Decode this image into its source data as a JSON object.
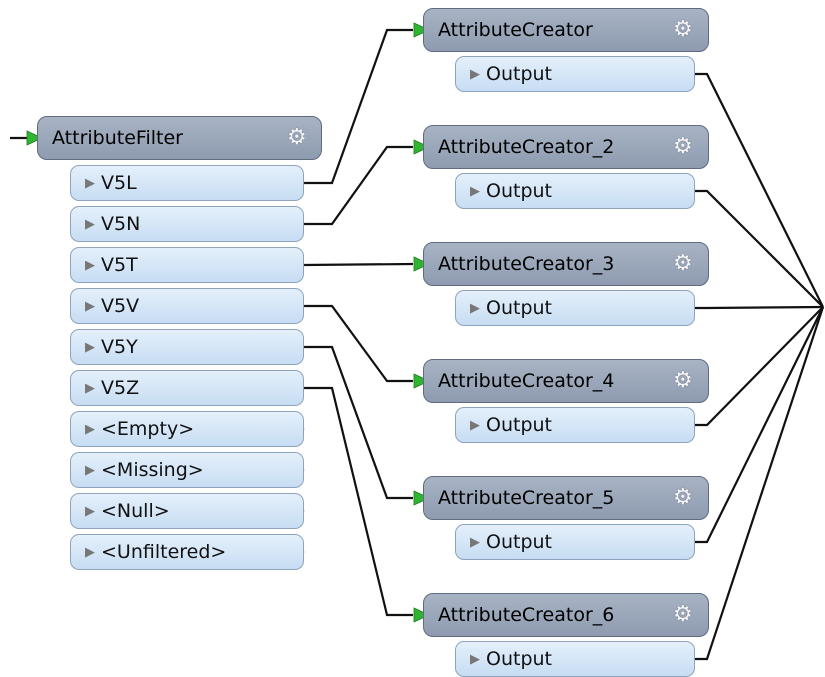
{
  "filter": {
    "name": "AttributeFilter",
    "ports": [
      {
        "label": "V5L",
        "state": "connected"
      },
      {
        "label": "V5N",
        "state": "connected"
      },
      {
        "label": "V5T",
        "state": "connected"
      },
      {
        "label": "V5V",
        "state": "connected"
      },
      {
        "label": "V5Y",
        "state": "connected"
      },
      {
        "label": "V5Z",
        "state": "connected"
      },
      {
        "label": "<Empty>",
        "state": "unconnected"
      },
      {
        "label": "<Missing>",
        "state": "unconnected"
      },
      {
        "label": "<Null>",
        "state": "unconnected"
      },
      {
        "label": "<Unfiltered>",
        "state": "unconnected"
      }
    ]
  },
  "creators": [
    {
      "name": "AttributeCreator",
      "port": "Output",
      "input_from": "V5L"
    },
    {
      "name": "AttributeCreator_2",
      "port": "Output",
      "input_from": "V5N"
    },
    {
      "name": "AttributeCreator_3",
      "port": "Output",
      "input_from": "V5T"
    },
    {
      "name": "AttributeCreator_4",
      "port": "Output",
      "input_from": "V5V"
    },
    {
      "name": "AttributeCreator_5",
      "port": "Output",
      "input_from": "V5Y"
    },
    {
      "name": "AttributeCreator_6",
      "port": "Output",
      "input_from": "V5Z"
    }
  ],
  "icons": {
    "settings": "gear-icon",
    "expand": "triangle-right-icon",
    "connected_port": "green-arrow-icon",
    "unconnected_port": "yellow-arrow-icon"
  },
  "colors": {
    "connected": "#2fb52f",
    "unconnected": "#f2c300",
    "header": "#97a3b6",
    "port": "#d2e4f6"
  }
}
